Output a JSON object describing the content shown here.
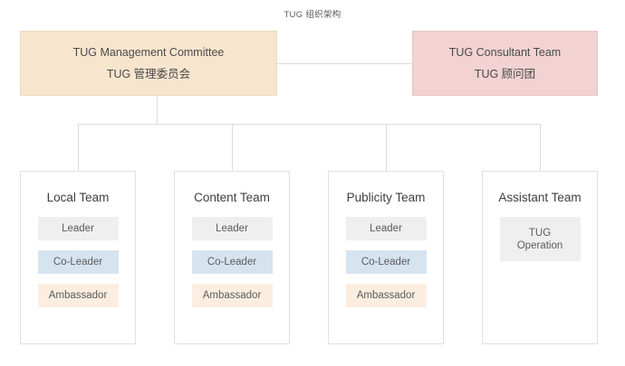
{
  "title": "TUG 组织架构",
  "colors": {
    "management_bg": "#f8e5ce",
    "consultant_bg": "#f2d2d2",
    "leader_bg": "#efefef",
    "coleader_bg": "#d6e4f0",
    "ambassador_bg": "#fbeee0",
    "connector_line": "#dcdcdc",
    "box_border": "#e0e0e0",
    "text": "#4a4a4a",
    "page_bg": "#ffffff"
  },
  "top_level": {
    "management": {
      "name_en": "TUG Management Committee",
      "name_zh": "TUG 管理委员会"
    },
    "consultant": {
      "name_en": "TUG Consultant Team",
      "name_zh": "TUG 顾问团"
    }
  },
  "teams": [
    {
      "title": "Local Team",
      "roles": [
        {
          "label": "Leader",
          "style": "leader"
        },
        {
          "label": "Co-Leader",
          "style": "coleader"
        },
        {
          "label": "Ambassador",
          "style": "ambassador"
        }
      ]
    },
    {
      "title": "Content Team",
      "roles": [
        {
          "label": "Leader",
          "style": "leader"
        },
        {
          "label": "Co-Leader",
          "style": "coleader"
        },
        {
          "label": "Ambassador",
          "style": "ambassador"
        }
      ]
    },
    {
      "title": "Publicity Team",
      "roles": [
        {
          "label": "Leader",
          "style": "leader"
        },
        {
          "label": "Co-Leader",
          "style": "coleader"
        },
        {
          "label": "Ambassador",
          "style": "ambassador"
        }
      ]
    },
    {
      "title": "Assistant Team",
      "roles": [
        {
          "label_line1": "TUG",
          "label_line2": "Operation",
          "style": "operation",
          "tall": true
        }
      ]
    }
  ]
}
